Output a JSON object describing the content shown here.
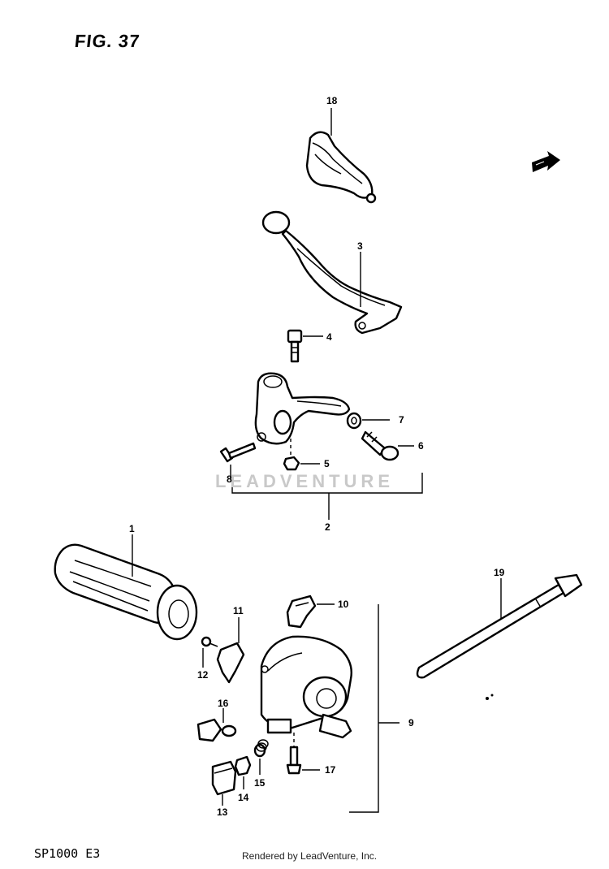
{
  "figure": {
    "title": "FIG. 37",
    "model": "SP1000  E3",
    "credit": "Rendered by LeadVenture, Inc.",
    "watermark": "LEADVENTURE"
  },
  "callouts": [
    {
      "id": "18",
      "label": "18"
    },
    {
      "id": "3",
      "label": "3"
    },
    {
      "id": "4",
      "label": "4"
    },
    {
      "id": "7",
      "label": "7"
    },
    {
      "id": "6",
      "label": "6"
    },
    {
      "id": "5",
      "label": "5"
    },
    {
      "id": "8",
      "label": "8"
    },
    {
      "id": "2",
      "label": "2"
    },
    {
      "id": "1",
      "label": "1"
    },
    {
      "id": "19",
      "label": "19"
    },
    {
      "id": "10",
      "label": "10"
    },
    {
      "id": "11",
      "label": "11"
    },
    {
      "id": "12",
      "label": "12"
    },
    {
      "id": "16",
      "label": "16"
    },
    {
      "id": "9",
      "label": "9"
    },
    {
      "id": "17",
      "label": "17"
    },
    {
      "id": "15",
      "label": "15"
    },
    {
      "id": "14",
      "label": "14"
    },
    {
      "id": "13",
      "label": "13"
    }
  ]
}
